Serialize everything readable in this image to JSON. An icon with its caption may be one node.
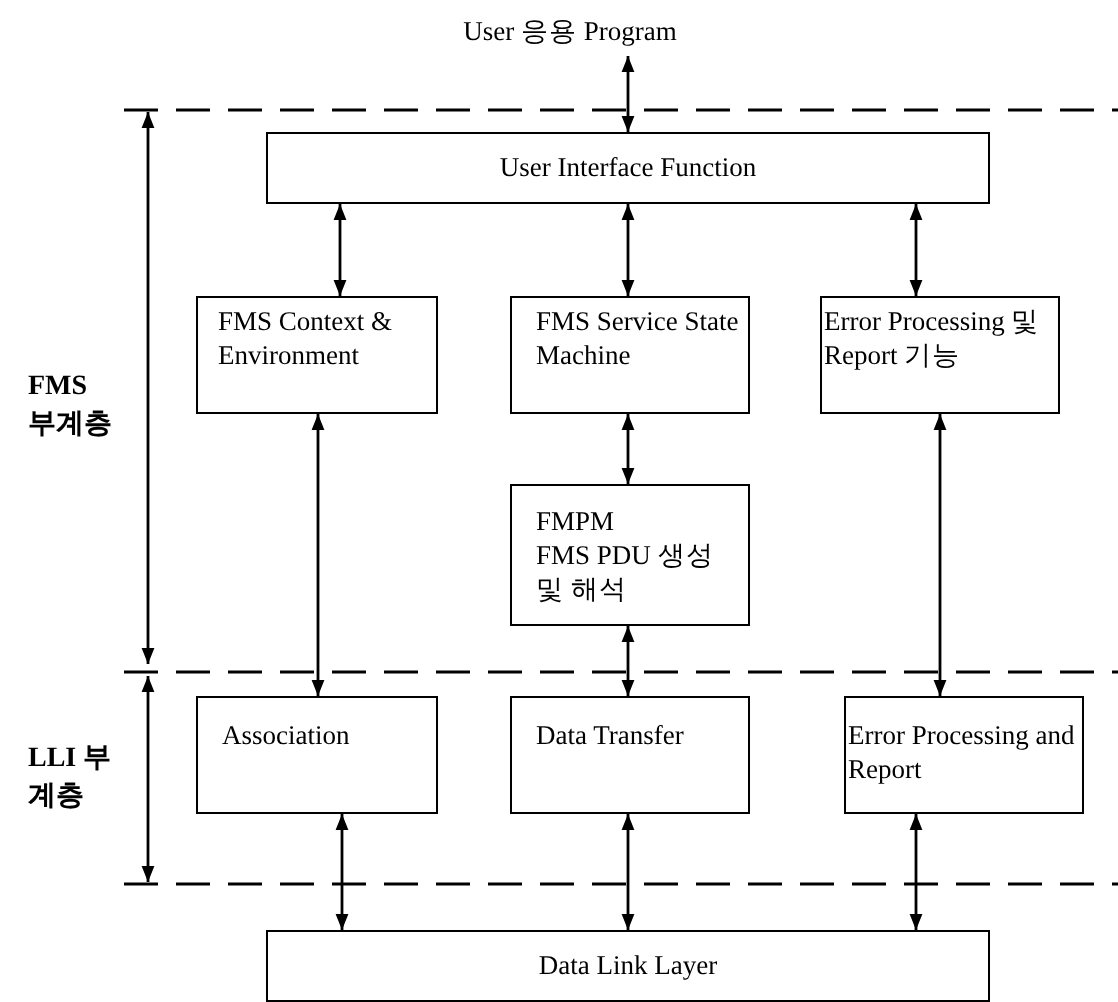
{
  "diagram": {
    "nodes": [
      {
        "text": [
          "User 응용 Program"
        ]
      },
      {
        "text": [
          "User Interface Function"
        ]
      },
      {
        "text": [
          "FMS Context & Environment"
        ]
      },
      {
        "text": [
          "FMS Service State Machine"
        ]
      },
      {
        "text": [
          "Error Processing 및 Report 기능"
        ]
      },
      {
        "text": [
          "FMPM",
          "FMS PDU 생성 및 해석"
        ]
      },
      {
        "text": [
          "Association"
        ]
      },
      {
        "text": [
          "Data Transfer"
        ]
      },
      {
        "text": [
          "Error Processing and Report"
        ]
      },
      {
        "text": [
          "Data Link Layer"
        ]
      }
    ],
    "edges": [
      {
        "from": 0,
        "to": 1,
        "arrow": "both"
      },
      {
        "from": 1,
        "to": 2,
        "arrow": "both"
      },
      {
        "from": 1,
        "to": 3,
        "arrow": "both"
      },
      {
        "from": 1,
        "to": 4,
        "arrow": "both"
      },
      {
        "from": 2,
        "to": 6,
        "arrow": "both"
      },
      {
        "from": 3,
        "to": 5,
        "arrow": "both"
      },
      {
        "from": 5,
        "to": 7,
        "arrow": "both"
      },
      {
        "from": 4,
        "to": 8,
        "arrow": "both"
      },
      {
        "from": 6,
        "to": 9,
        "arrow": "both"
      },
      {
        "from": 7,
        "to": 9,
        "arrow": "both"
      },
      {
        "from": 8,
        "to": 9,
        "arrow": "both"
      }
    ],
    "labels": [
      "FMS 부계층",
      "LLI 부계층"
    ]
  }
}
